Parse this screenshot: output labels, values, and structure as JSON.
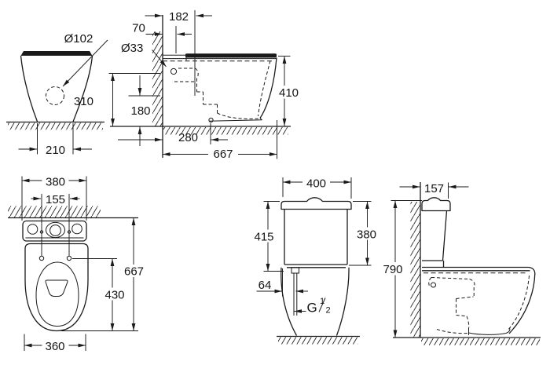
{
  "drawing": {
    "views": {
      "pan_front": {
        "spigot_diameter": "Ø102",
        "outlet_spacing": "210"
      },
      "pan_side": {
        "inlet_from_wall": "182",
        "inlet_offset": "70",
        "inlet_diameter": "Ø33",
        "inlet_height": "310",
        "spigot_height": "180",
        "height": "410",
        "fixing_from_wall": "280",
        "depth": "667"
      },
      "pan_top": {
        "width": "380",
        "fixing_centres": "155",
        "depth": "667",
        "fixing_to_front": "430",
        "bowl_width": "360"
      },
      "wc_front": {
        "cistern_width": "400",
        "cistern_height": "415",
        "tank_height": "380",
        "supply_offset": "64",
        "thread_letter": "G",
        "thread_numerator": "1",
        "thread_denominator": "2"
      },
      "wc_side": {
        "cistern_depth": "157",
        "total_height": "790"
      }
    }
  }
}
